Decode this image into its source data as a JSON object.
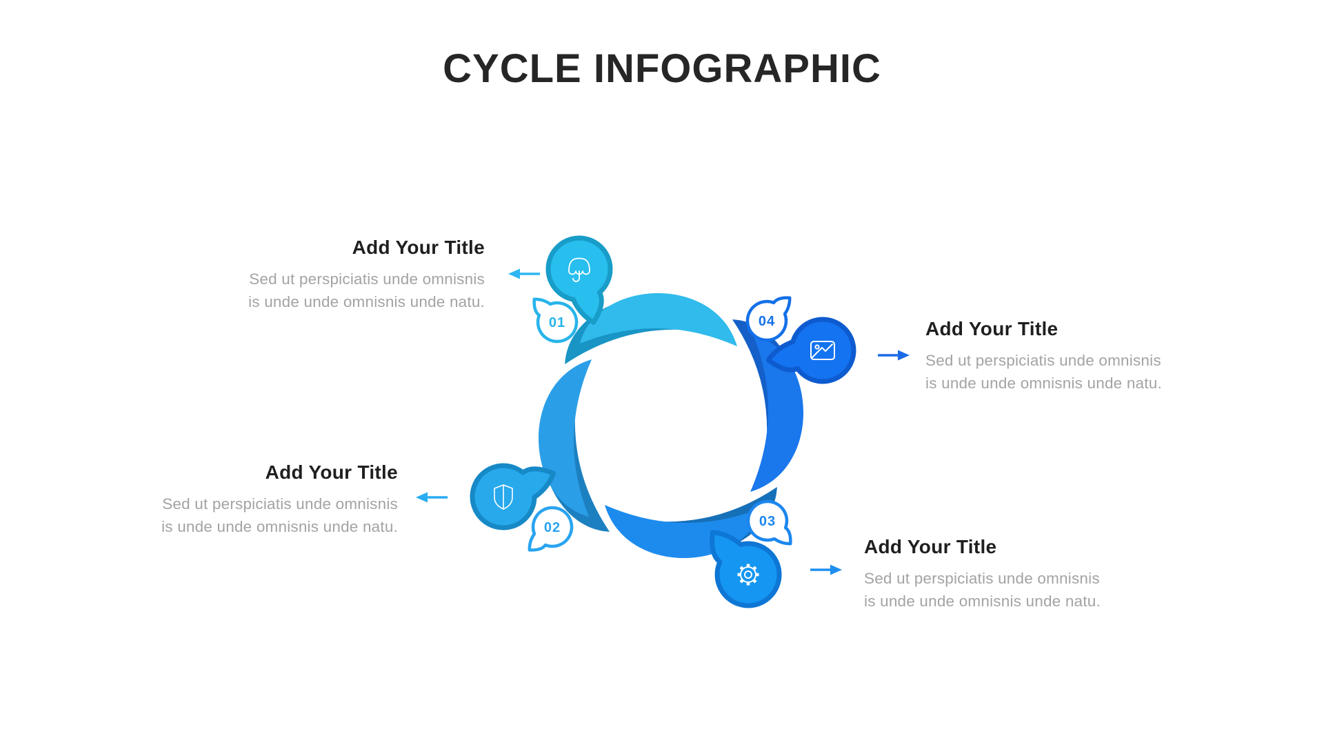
{
  "title": "CYCLE INFOGRAPHIC",
  "title_color": "#262626",
  "background": "#ffffff",
  "items": [
    {
      "number": "01",
      "icon": "umbrella-icon",
      "heading": "Add Your Title",
      "body_line1": "Sed ut perspiciatis unde omnisnis",
      "body_line2": "is unde unde omnisnis unde natu.",
      "arc_color": "#31BBEC",
      "arc_shadow_color": "#1995C5",
      "bubble_fill": "#28BEEE",
      "bubble_stroke": "#189CC8",
      "badge_color": "#28B4EA",
      "arrow_color": "#2FB7F2"
    },
    {
      "number": "02",
      "icon": "shield-icon",
      "heading": "Add Your Title",
      "body_line1": "Sed ut perspiciatis unde omnisnis",
      "body_line2": "is unde unde omnisnis unde natu.",
      "arc_color": "#2B9EE8",
      "arc_shadow_color": "#1C80C0",
      "bubble_fill": "#28A9EC",
      "bubble_stroke": "#1689C6",
      "badge_color": "#29A4F0",
      "arrow_color": "#29ACF2"
    },
    {
      "number": "03",
      "icon": "gear-icon",
      "heading": "Add Your Title",
      "body_line1": "Sed ut perspiciatis unde omnisnis",
      "body_line2": "is unde unde omnisnis unde natu.",
      "arc_color": "#1D8BEE",
      "arc_shadow_color": "#1670B8",
      "bubble_fill": "#1596F2",
      "bubble_stroke": "#0E76D4",
      "badge_color": "#1C86EE",
      "arrow_color": "#1E8FF0"
    },
    {
      "number": "04",
      "icon": "image-icon",
      "heading": "Add Your Title",
      "body_line1": "Sed ut perspiciatis unde omnisnis",
      "body_line2": "is unde unde omnisnis unde natu.",
      "arc_color": "#1A77EC",
      "arc_shadow_color": "#1460C8",
      "bubble_fill": "#1473F0",
      "bubble_stroke": "#0E5BD0",
      "badge_color": "#1470E8",
      "arrow_color": "#1B6BE8"
    }
  ]
}
